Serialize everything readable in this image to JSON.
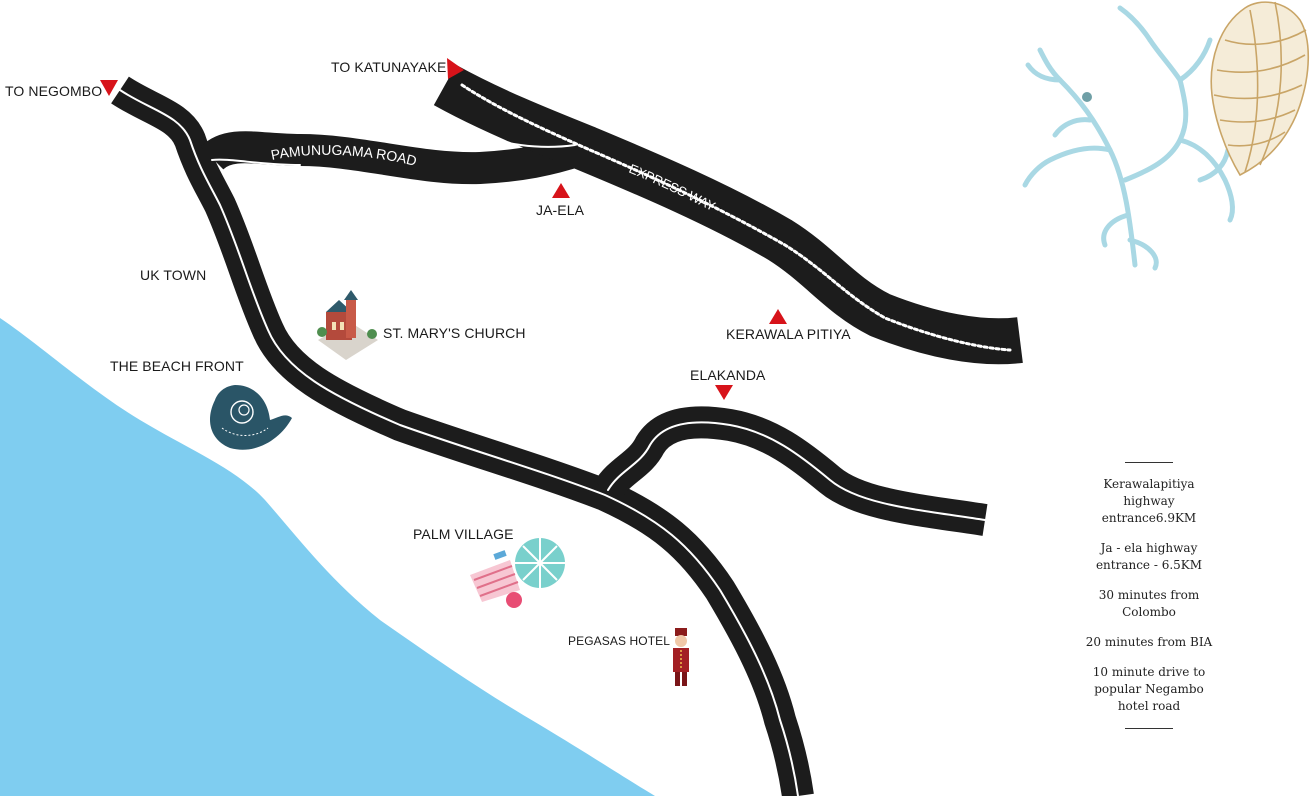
{
  "colors": {
    "road": "#1c1c1c",
    "road_line": "#ffffff",
    "sea": "#7fcdf0",
    "marker": "#d7131a",
    "coral": "#a9d8e4",
    "shell": "#c9a567"
  },
  "labels": {
    "to_negombo": "TO NEGOMBO",
    "to_katunayake": "TO KATUNAYAKE",
    "pamunugama_road": "PAMUNUGAMA ROAD",
    "express_way": "EXPRESS WAY",
    "ja_ela": "JA-ELA",
    "uk_town": "UK TOWN",
    "st_marys_church": "ST. MARY'S CHURCH",
    "kerawala_pitiya": "KERAWALA PITIYA",
    "the_beach_front": "THE BEACH FRONT",
    "elakanda": "ELAKANDA",
    "palm_village": "PALM VILLAGE",
    "pegasas_hotel": "PEGASAS HOTEL"
  },
  "icons": {
    "church": "church-icon",
    "beach_shell": "nautilus-shell-icon",
    "palm_village": "beach-umbrella-icon",
    "hotel": "bellboy-icon",
    "coral": "coral-icon",
    "seashell": "conch-shell-icon",
    "marker": "triangle-marker-icon"
  },
  "info_panel": {
    "facts": [
      "Kerawalapitiya highway entrance6.9KM",
      "Ja - ela highway entrance - 6.5KM",
      "30 minutes from Colombo",
      "20 minutes from BIA",
      "10 minute drive to popular Negambo hotel road"
    ]
  }
}
